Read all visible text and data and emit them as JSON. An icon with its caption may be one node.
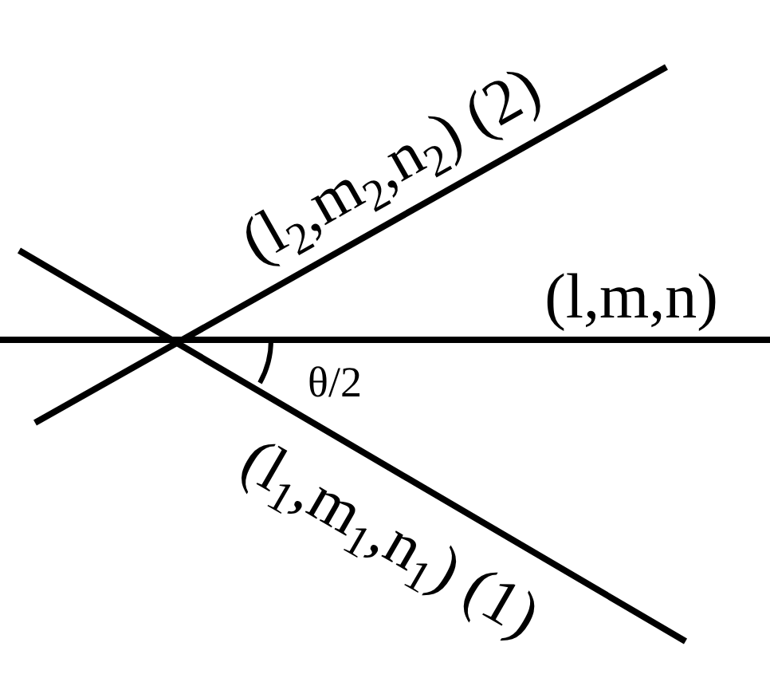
{
  "diagram": {
    "labels": [
      "(l$_{2}$,m$_{2}$,n$_{2}$) (2)",
      "(l,m,n)",
      "θ/2",
      "(l$_{1}$,m$_{1}$,n$_{1}$) (1)"
    ]
  }
}
